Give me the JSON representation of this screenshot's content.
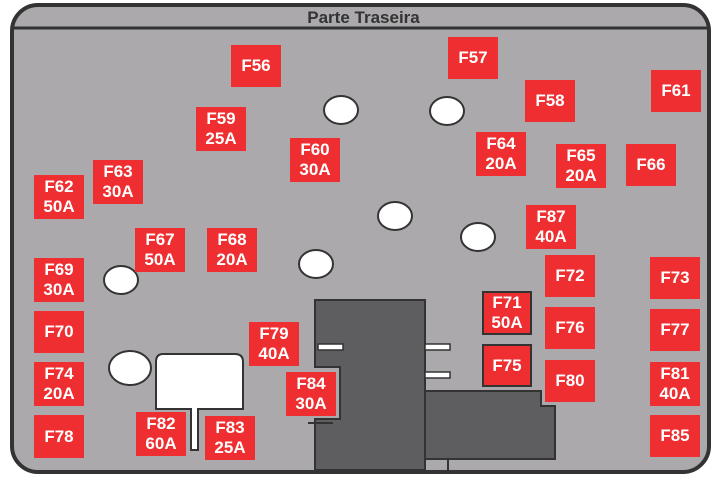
{
  "title": "Parte Traseira",
  "colors": {
    "fuse": "#ee2e31",
    "panel": "#aba9ac",
    "connector": "#5e5d60",
    "outline": "#333333"
  },
  "fuses": {
    "f56": {
      "id": "F56"
    },
    "f57": {
      "id": "F57"
    },
    "f58": {
      "id": "F58"
    },
    "f61": {
      "id": "F61"
    },
    "f59": {
      "id": "F59",
      "rating": "25A"
    },
    "f60": {
      "id": "F60",
      "rating": "30A"
    },
    "f64": {
      "id": "F64",
      "rating": "20A"
    },
    "f65": {
      "id": "F65",
      "rating": "20A"
    },
    "f66": {
      "id": "F66"
    },
    "f63": {
      "id": "F63",
      "rating": "30A"
    },
    "f62": {
      "id": "F62",
      "rating": "50A"
    },
    "f87": {
      "id": "F87",
      "rating": "40A"
    },
    "f67": {
      "id": "F67",
      "rating": "50A"
    },
    "f68": {
      "id": "F68",
      "rating": "20A"
    },
    "f69": {
      "id": "F69",
      "rating": "30A"
    },
    "f72": {
      "id": "F72"
    },
    "f73": {
      "id": "F73"
    },
    "f71": {
      "id": "F71",
      "rating": "50A"
    },
    "f76": {
      "id": "F76"
    },
    "f77": {
      "id": "F77"
    },
    "f70": {
      "id": "F70"
    },
    "f79": {
      "id": "F79",
      "rating": "40A"
    },
    "f75": {
      "id": "F75"
    },
    "f74": {
      "id": "F74",
      "rating": "20A"
    },
    "f80": {
      "id": "F80"
    },
    "f81": {
      "id": "F81",
      "rating": "40A"
    },
    "f84": {
      "id": "F84",
      "rating": "30A"
    },
    "f82": {
      "id": "F82",
      "rating": "60A"
    },
    "f83": {
      "id": "F83",
      "rating": "25A"
    },
    "f78": {
      "id": "F78"
    },
    "f85": {
      "id": "F85"
    }
  }
}
